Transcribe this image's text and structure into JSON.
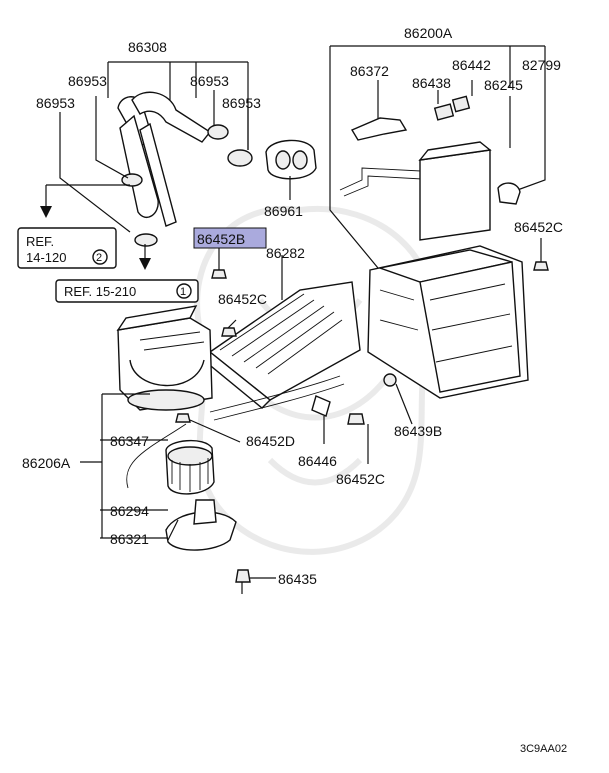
{
  "diagram": {
    "figure_code": "3C9AA02",
    "highlight_color": "#aaaadd",
    "labels": {
      "p86308": "86308",
      "p86953_a": "86953",
      "p86953_b": "86953",
      "p86953_c": "86953",
      "p86953_d": "86953",
      "p86200A": "86200A",
      "p86372": "86372",
      "p86438": "86438",
      "p86442": "86442",
      "p82799": "82799",
      "p86245": "86245",
      "p86961": "86961",
      "p86452B": "86452B",
      "p86282": "86282",
      "p86452C_a": "86452C",
      "p86452C_b": "86452C",
      "p86452C_c": "86452C",
      "p86347": "86347",
      "p86452D": "86452D",
      "p86206A": "86206A",
      "p86446": "86446",
      "p86439B": "86439B",
      "p86294": "86294",
      "p86321": "86321",
      "p86435": "86435"
    },
    "refs": {
      "ref1_line1": "REF.",
      "ref1_line2": "14-120",
      "ref1_num": "2",
      "ref2_text": "REF. 15-210",
      "ref2_num": "1"
    }
  }
}
